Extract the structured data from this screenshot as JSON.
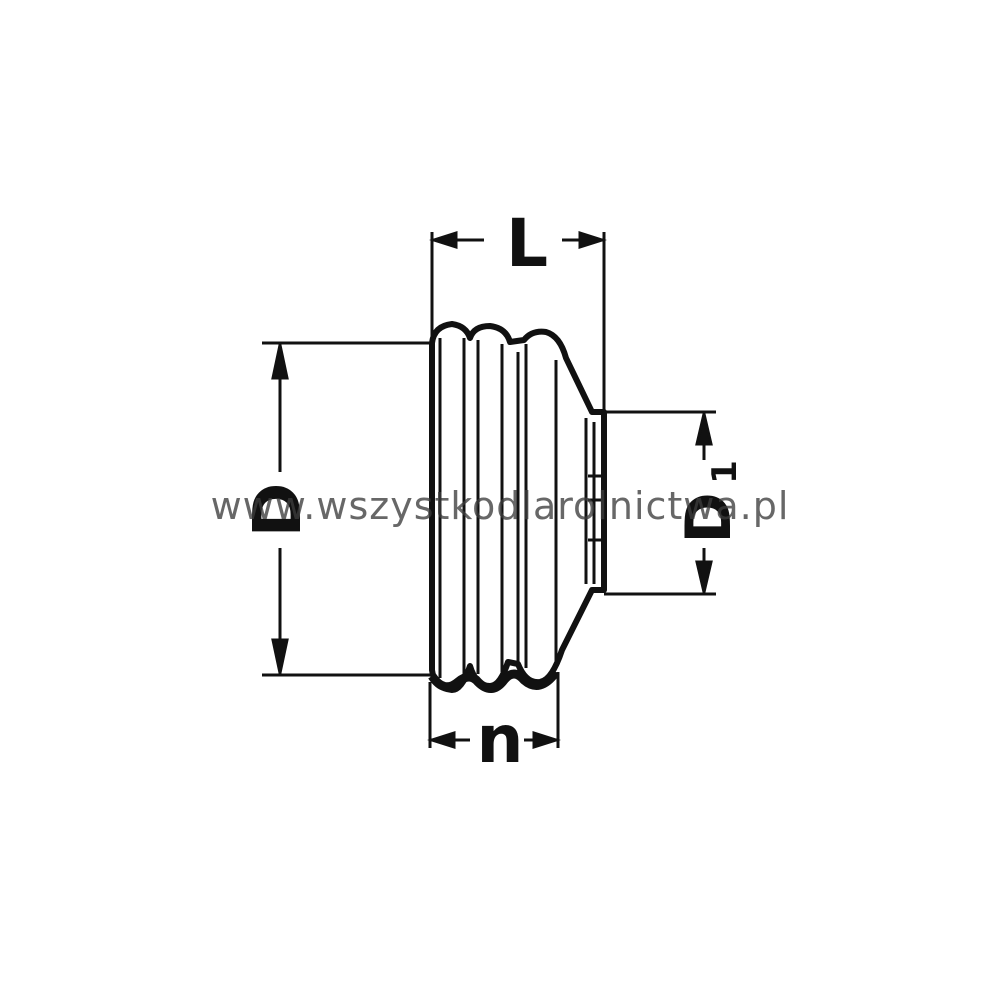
{
  "diagram": {
    "labels": {
      "length": "L",
      "outer_diameter": "D",
      "inner_diameter": "D",
      "inner_diameter_sub": "1",
      "ribs": "n"
    },
    "colors": {
      "ink": "#111111",
      "background": "#ffffff",
      "watermark": "#3c3c3c"
    }
  },
  "watermark": {
    "text": "www.wszystkodlarolnictwa.pl"
  }
}
